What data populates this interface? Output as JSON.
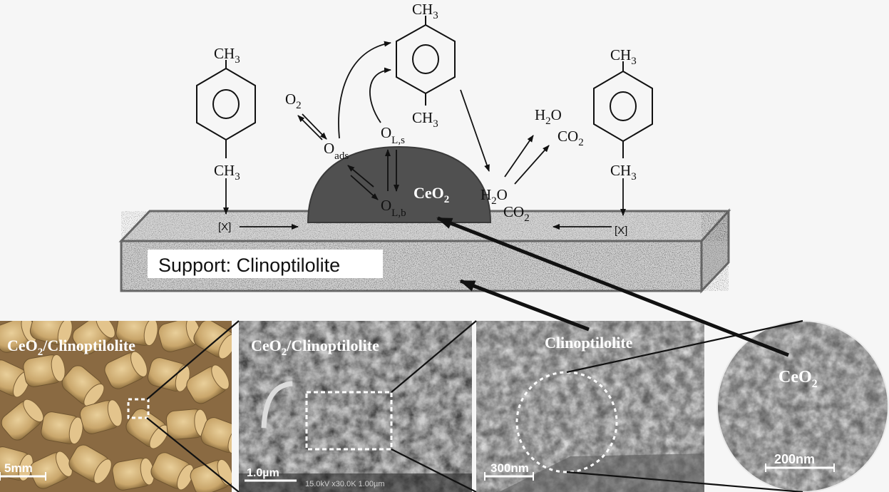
{
  "scheme": {
    "mol_left": {
      "top": "CH",
      "top_sub": "3",
      "bottom": "CH",
      "bottom_sub": "3"
    },
    "mol_center": {
      "top": "CH",
      "top_sub": "3",
      "bottom": "CH",
      "bottom_sub": "3"
    },
    "mol_right": {
      "top": "CH",
      "top_sub": "3",
      "bottom": "CH",
      "bottom_sub": "3"
    },
    "o2": {
      "main": "O",
      "sub": "2"
    },
    "oads": {
      "main": "O",
      "sub": "ads"
    },
    "ols": {
      "main": "O",
      "sub": "L,s"
    },
    "olb": {
      "main": "O",
      "sub": "L,b"
    },
    "ceo2_top": {
      "main": "CeO",
      "sub": "2"
    },
    "h2o_up": {
      "main": "H",
      "sub": "2",
      "tail": "O"
    },
    "co2_up": {
      "main": "CO",
      "sub": "2"
    },
    "h2o_mid": {
      "main": "H",
      "sub": "2",
      "tail": "O"
    },
    "co2_mid": {
      "main": "CO",
      "sub": "2"
    },
    "x_left": "[X]",
    "x_right": "[X]",
    "support_label": "Support: Clinoptilolite"
  },
  "panels": {
    "pellets": {
      "title_a": "CeO",
      "title_sub": "2",
      "title_b": "/Clinoptilolite",
      "scale": "5mm"
    },
    "sem1": {
      "title_a": "CeO",
      "title_sub": "2",
      "title_b": "/Clinoptilolite",
      "scale": "1.0µm",
      "footer": "15.0kV x30.0K 1.00µm"
    },
    "sem2": {
      "title": "Clinoptilolite",
      "scale": "300nm"
    },
    "sem3": {
      "title_a": "CeO",
      "title_sub": "2",
      "scale": "200nm"
    }
  },
  "colors": {
    "hemisphere": "#505050",
    "pellet": "#c9a66b",
    "sem_grey": "#8a8a8a"
  }
}
